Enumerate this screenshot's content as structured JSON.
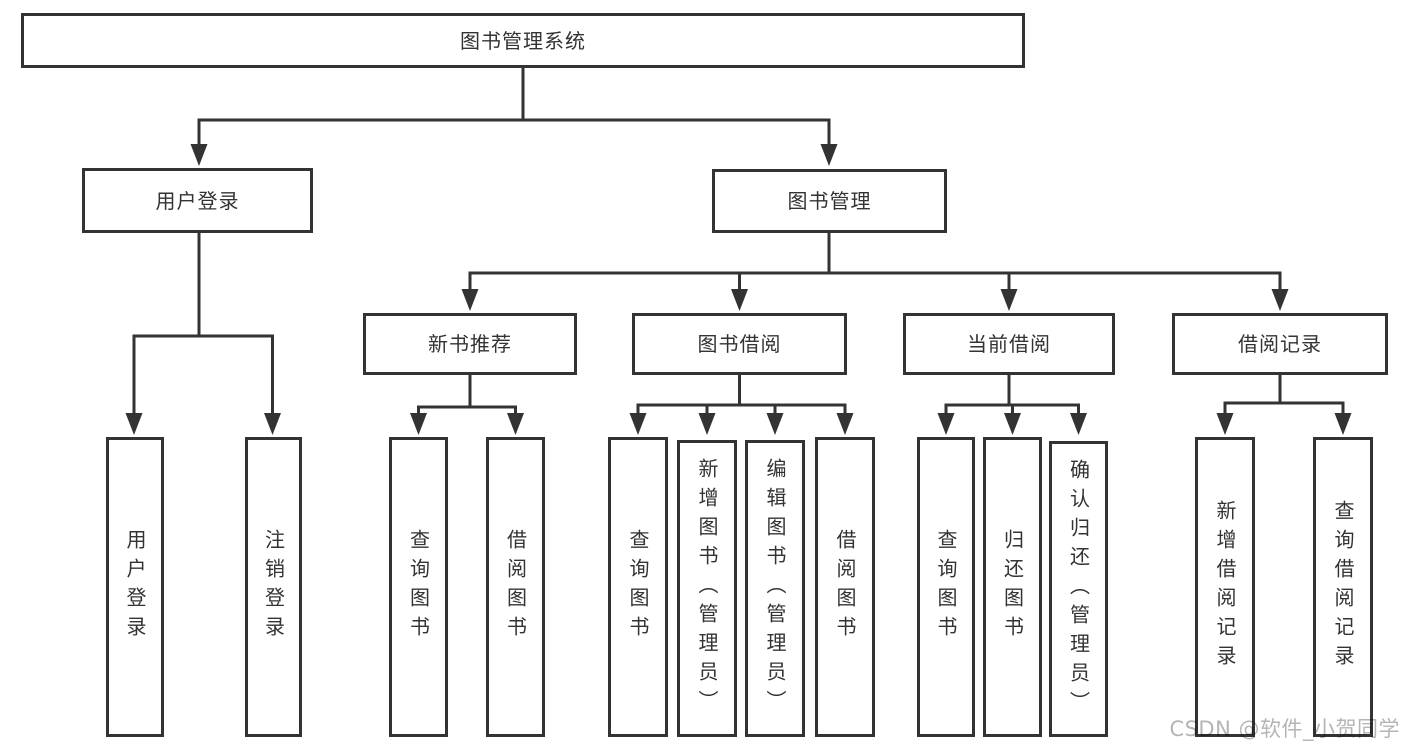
{
  "colors": {
    "line": "#333333",
    "text": "#333333",
    "box_background": "#ffffff",
    "page_background": "#ffffff",
    "watermark": "#b5b5b5"
  },
  "watermark": "CSDN @软件_小贺同学",
  "tree": {
    "root": {
      "label": "图书管理系统"
    },
    "branches": [
      {
        "label": "用户登录",
        "children": [
          {
            "label": "用户登录"
          },
          {
            "label": "注销登录"
          }
        ]
      },
      {
        "label": "图书管理",
        "children": [
          {
            "label": "新书推荐",
            "children": [
              {
                "label": "查询图书"
              },
              {
                "label": "借阅图书"
              }
            ]
          },
          {
            "label": "图书借阅",
            "children": [
              {
                "label": "查询图书"
              },
              {
                "label": "新增图书（管理员）"
              },
              {
                "label": "编辑图书（管理员）"
              },
              {
                "label": "借阅图书"
              }
            ]
          },
          {
            "label": "当前借阅",
            "children": [
              {
                "label": "查询图书"
              },
              {
                "label": "归还图书"
              },
              {
                "label": "确认归还（管理员）"
              }
            ]
          },
          {
            "label": "借阅记录",
            "children": [
              {
                "label": "新增借阅记录"
              },
              {
                "label": "查询借阅记录"
              }
            ]
          }
        ]
      }
    ]
  }
}
